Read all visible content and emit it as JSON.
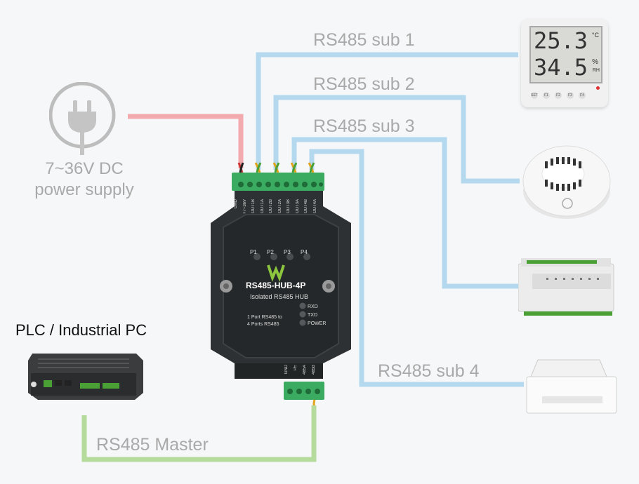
{
  "power": {
    "line1": "7~36V DC",
    "line2": "power supply"
  },
  "labels": {
    "sub1": "RS485 sub 1",
    "sub2": "RS485 sub 2",
    "sub3": "RS485 sub 3",
    "sub4": "RS485 sub 4",
    "master": "RS485 Master",
    "plc": "PLC / Industrial PC"
  },
  "hub": {
    "model": "RS485-HUB-4P",
    "subtitle": "Isolated RS485 HUB",
    "desc_line1": "1 Port RS485 to",
    "desc_line2": "4 Ports RS485",
    "ports": [
      "P1",
      "P2",
      "P3",
      "P4"
    ],
    "leds": [
      "RXD",
      "TXD",
      "POWER"
    ],
    "top_terminals": [
      "GND",
      "+7~36V",
      "OUT1B",
      "OUT1A",
      "OUT2B",
      "OUT2A",
      "OUT3B",
      "OUT3A",
      "OUT4B",
      "OUT4A"
    ],
    "bottom_terminals": [
      "GND",
      "PE",
      "485A",
      "485B"
    ]
  },
  "thermo": {
    "temp": "25.3",
    "temp_unit": "°C",
    "humidity": "34.5",
    "hum_unit": "%",
    "hum_sub": "RH",
    "buttons": [
      "SET",
      "F1",
      "F2",
      "F3",
      "F4"
    ]
  },
  "colors": {
    "power_line": "#f2aaae",
    "sub_line": "#b4d8ee",
    "master_line": "#b5db9d",
    "hub_body": "#2e3133",
    "terminal": "#3aab61"
  }
}
